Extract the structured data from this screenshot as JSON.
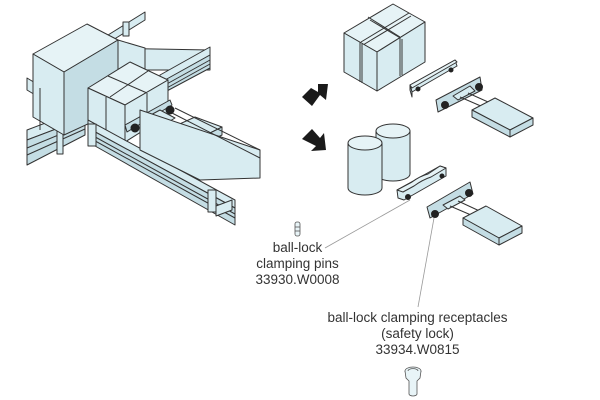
{
  "diagram": {
    "title": "Ball-lock clamping system illustration",
    "colors": {
      "part_fill": "#d8ecf1",
      "outline": "#333333",
      "arrow": "#1a1a1a",
      "leader_line": "#999999",
      "text": "#333333"
    },
    "components": [
      {
        "name": "conveyor-assembly",
        "description": "Conveyor with boxes and gripper assembly"
      },
      {
        "name": "box-stack",
        "description": "Stack of four boxes"
      },
      {
        "name": "cylinder-pair",
        "description": "Two cylindrical containers"
      },
      {
        "name": "flat-gripper-plate",
        "description": "Flat jaw plate"
      },
      {
        "name": "contoured-gripper-plate",
        "description": "Contoured jaw plate for cylinders"
      },
      {
        "name": "gripper-arm-top",
        "description": "Gripper arm with mount plate"
      },
      {
        "name": "gripper-arm-bottom",
        "description": "Gripper arm with mount plate"
      }
    ],
    "arrows": [
      {
        "name": "arrow-up-right",
        "icon": "arrow-up-right-icon"
      },
      {
        "name": "arrow-down-right",
        "icon": "arrow-down-right-icon"
      }
    ],
    "labels": {
      "pins": {
        "line1": "ball-lock",
        "line2": "clamping pins",
        "part_number": "33930.W0008"
      },
      "receptacles": {
        "line1": "ball-lock clamping receptacles",
        "line2": "(safety lock)",
        "part_number": "33934.W0815"
      }
    }
  }
}
